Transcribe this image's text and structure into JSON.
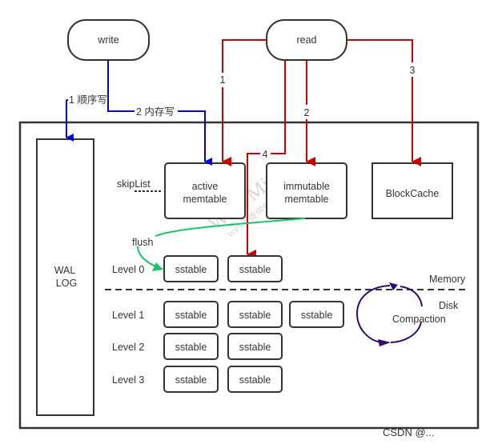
{
  "diagram": {
    "title": "LSM-Tree read/write flow",
    "nodes": {
      "write": "write",
      "read": "read",
      "wal_log_line1": "WAL",
      "wal_log_line2": "LOG",
      "active_memtable_line1": "active",
      "active_memtable_line2": "memtable",
      "immutable_memtable_line1": "immutable",
      "immutable_memtable_line2": "memtable",
      "block_cache": "BlockCache"
    },
    "annotations": {
      "skiplist": "skipList",
      "flush": "flush",
      "memory": "Memory",
      "disk": "Disk",
      "compaction": "Compaction"
    },
    "write_edges": [
      {
        "label": "1 顺序写",
        "from": "write",
        "to": "WAL LOG"
      },
      {
        "label": "2 内存写",
        "from": "write",
        "to": "active memtable"
      }
    ],
    "read_edges": [
      {
        "label": "1",
        "from": "read",
        "to": "active memtable"
      },
      {
        "label": "2",
        "from": "read",
        "to": "immutable memtable"
      },
      {
        "label": "3",
        "from": "read",
        "to": "BlockCache"
      },
      {
        "label": "4",
        "from": "read",
        "to": "sstable (Level 0)"
      }
    ],
    "levels": [
      {
        "label": "Level 0",
        "sstables": [
          "sstable",
          "sstable"
        ]
      },
      {
        "label": "Level 1",
        "sstables": [
          "sstable",
          "sstable",
          "sstable"
        ]
      },
      {
        "label": "Level 2",
        "sstables": [
          "sstable",
          "sstable"
        ]
      },
      {
        "label": "Level 3",
        "sstables": [
          "sstable",
          "sstable"
        ]
      }
    ],
    "watermark": {
      "main": "WPS Mind",
      "sub": "WPS仅提供作图能力",
      "footer": "CSDN @..."
    }
  },
  "colors": {
    "write_path": "#0000cc",
    "read_path": "#cc0000",
    "flush_path": "#19c46b",
    "compaction_path": "#2f0b6e",
    "box_stroke": "#333333"
  }
}
